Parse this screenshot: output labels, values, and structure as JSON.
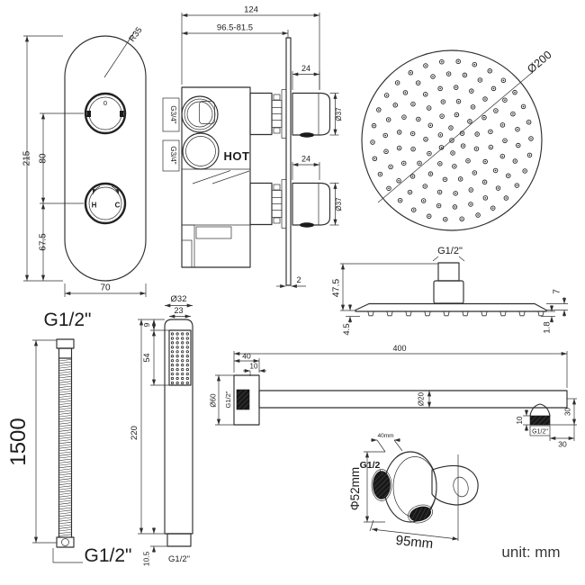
{
  "unit_label": "unit: mm",
  "trim_plate": {
    "corner_radius": "R35",
    "height": "215",
    "knob_spacing": "80",
    "bottom_offset": "67.5",
    "width": "70",
    "diverter_mark": "0",
    "hot_mark": "H",
    "cold_mark": "C"
  },
  "valve": {
    "depth_total": "124",
    "depth_adjust": "96.5-81.5",
    "inlet_top": "G3/4\"",
    "inlet_bottom": "G3/4\"",
    "hot_label": "HOT",
    "knob_top_len": "24",
    "knob_top_dia": "Ø37",
    "knob_bottom_len": "24",
    "knob_bottom_dia": "Ø37",
    "plate_thickness": "2"
  },
  "head_top": {
    "diameter": "Ø200"
  },
  "head_side": {
    "thread": "G1/2\"",
    "height": "47.5",
    "nozzle_h": "4.5",
    "edge_t": "7",
    "tip_t": "1.8"
  },
  "hose": {
    "thread_top": "G1/2\"",
    "length": "1500",
    "thread_bottom": "G1/2\""
  },
  "hand_shower": {
    "head_dia": "Ø32",
    "face_w": "23",
    "top_h": "9",
    "face_h": "54",
    "length": "220",
    "conn_h": "10.5",
    "thread": "G1/2\""
  },
  "arm": {
    "length": "400",
    "flange_w": "40",
    "flange_inset": "10",
    "flange_dia": "Ø60",
    "thread_wall": "G1/2\"",
    "tube_dia": "Ø20",
    "thread_len": "10",
    "drop_h": "30",
    "thread_head": "G1/2\"",
    "end_offset": "30"
  },
  "outlet": {
    "depth": "40mm",
    "thread": "G1/2",
    "dia": "Φ52mm",
    "width": "95mm"
  }
}
